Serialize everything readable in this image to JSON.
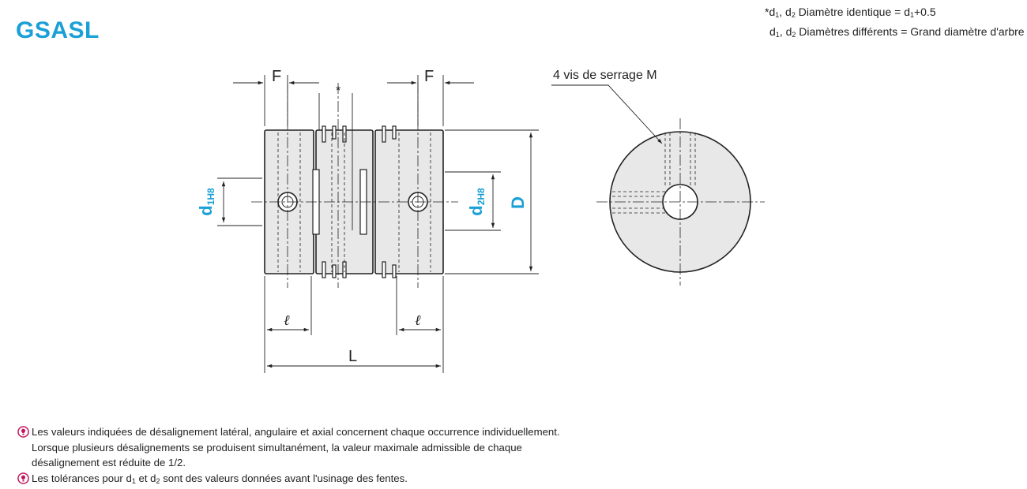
{
  "title": "GSASL",
  "top_note": {
    "line1": {
      "star": "*d",
      "s1": "1",
      "a": ", d",
      "s2": "2",
      "b": " Diamètre identique = d",
      "s3": "1",
      "c": "+0.5"
    },
    "line2": {
      "a": "d",
      "s1": "1",
      "b": ", d",
      "s2": "2",
      "c": " Diamètres différents = Grand diamètre d'arbre"
    }
  },
  "labels": {
    "F_left": "F",
    "F_right": "F",
    "star": "*",
    "d1_main": "d",
    "d1_sub": "1H8",
    "d2_main": "d",
    "d2_sub": "2H8",
    "D": "D",
    "l_left": "ℓ",
    "l_right": "ℓ",
    "L": "L",
    "screws": "4 vis de serrage M"
  },
  "colors": {
    "accent": "#1a9fd6",
    "icon": "#c2185b",
    "body_fill": "#e8e8e8",
    "line": "#222222"
  },
  "notes": [
    {
      "icon": "lightbulb-icon",
      "text": "Les valeurs indiquées de désalignement latéral, angulaire et axial concernent chaque occurrence individuellement. Lorsque plusieurs désalignements se produisent simultanément, la valeur maximale admissible de chaque désalignement est réduite de 1/2."
    },
    {
      "icon": "lightbulb-icon",
      "a": "Les tolérances pour d",
      "s1": "1",
      "b": " et d",
      "s2": "2",
      "c": " sont des valeurs données avant l'usinage des fentes."
    }
  ]
}
